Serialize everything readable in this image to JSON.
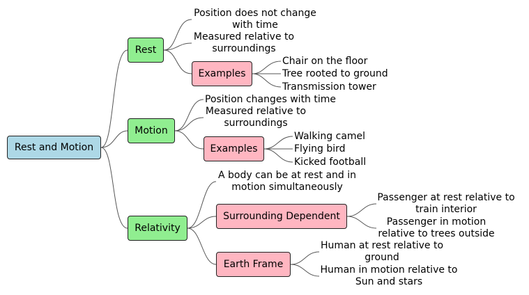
{
  "root": {
    "label": "Rest and Motion"
  },
  "rest": {
    "label": "Rest",
    "leaf1": "Position does not change\nwith time",
    "leaf2": "Measured relative to\nsurroundings",
    "examples": {
      "label": "Examples",
      "items": [
        "Chair on the floor",
        "Tree rooted to ground",
        "Transmission tower"
      ]
    }
  },
  "motion": {
    "label": "Motion",
    "leaf1": "Position changes with time",
    "leaf2": "Measured relative to\nsurroundings",
    "examples": {
      "label": "Examples",
      "items": [
        "Walking camel",
        "Flying bird",
        "Kicked football"
      ]
    }
  },
  "relativity": {
    "label": "Relativity",
    "leaf1": "A body can be at rest and in\nmotion simultaneously",
    "surrounding": {
      "label": "Surrounding Dependent",
      "items": [
        "Passenger at rest relative to\ntrain interior",
        "Passenger in motion\nrelative to trees outside"
      ]
    },
    "earth": {
      "label": "Earth Frame",
      "items": [
        "Human at rest relative to\nground",
        "Human in motion relative to\nSun and stars"
      ]
    }
  }
}
